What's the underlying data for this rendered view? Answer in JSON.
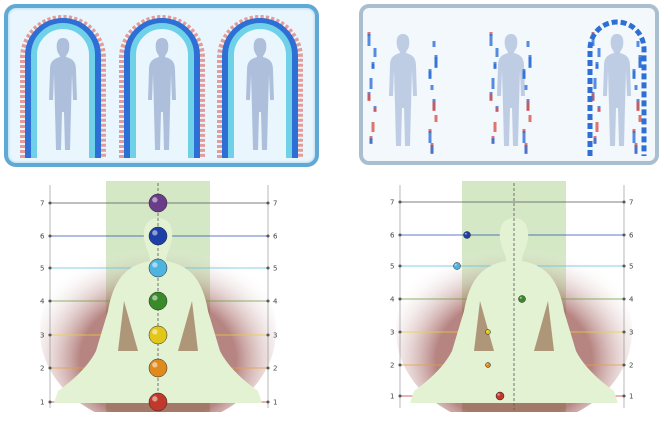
{
  "level_labels": [
    "1",
    "2",
    "3",
    "4",
    "5",
    "6",
    "7"
  ],
  "chakra_colors": [
    "#c0392b",
    "#e08a1e",
    "#e3c61a",
    "#3a8a2a",
    "#4fb3e0",
    "#1f3fa8",
    "#6a3c8a"
  ],
  "level_line_colors": [
    "#c9302c",
    "#e6a23c",
    "#e8d23a",
    "#6a9b3a",
    "#5bc0de",
    "#2d4fb0",
    "#555555"
  ],
  "aura_colors": {
    "outer": "#d9524a",
    "mid": "#2e6fd6",
    "inner": "#6fd1e8",
    "figure": "#aebfdc"
  }
}
